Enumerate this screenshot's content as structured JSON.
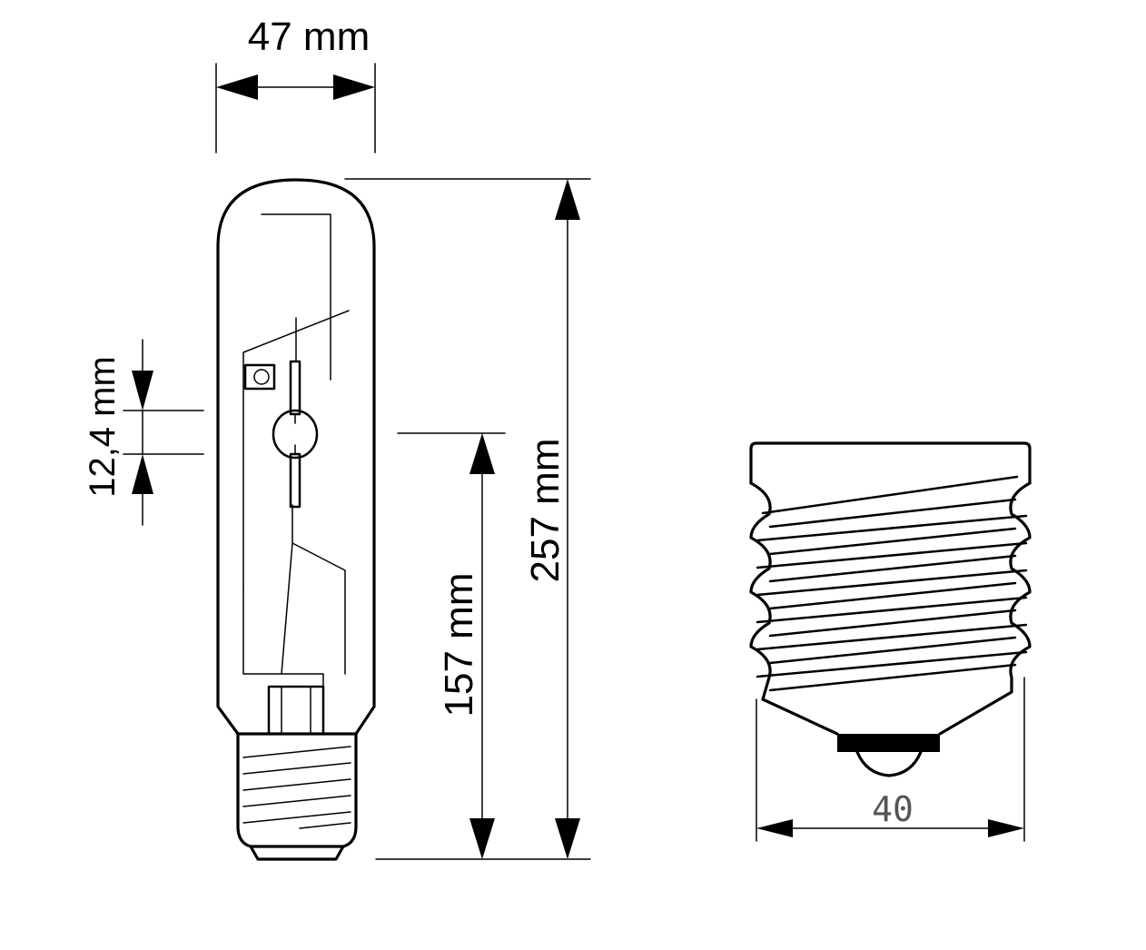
{
  "dimensions": {
    "width_label": "47 mm",
    "arc_gap_label": "12,4 mm",
    "light_center_label": "157 mm",
    "total_length_label": "257 mm",
    "base_diameter_label": "40"
  },
  "colors": {
    "line": "#000000",
    "base_label": "#555555",
    "background": "#ffffff"
  }
}
